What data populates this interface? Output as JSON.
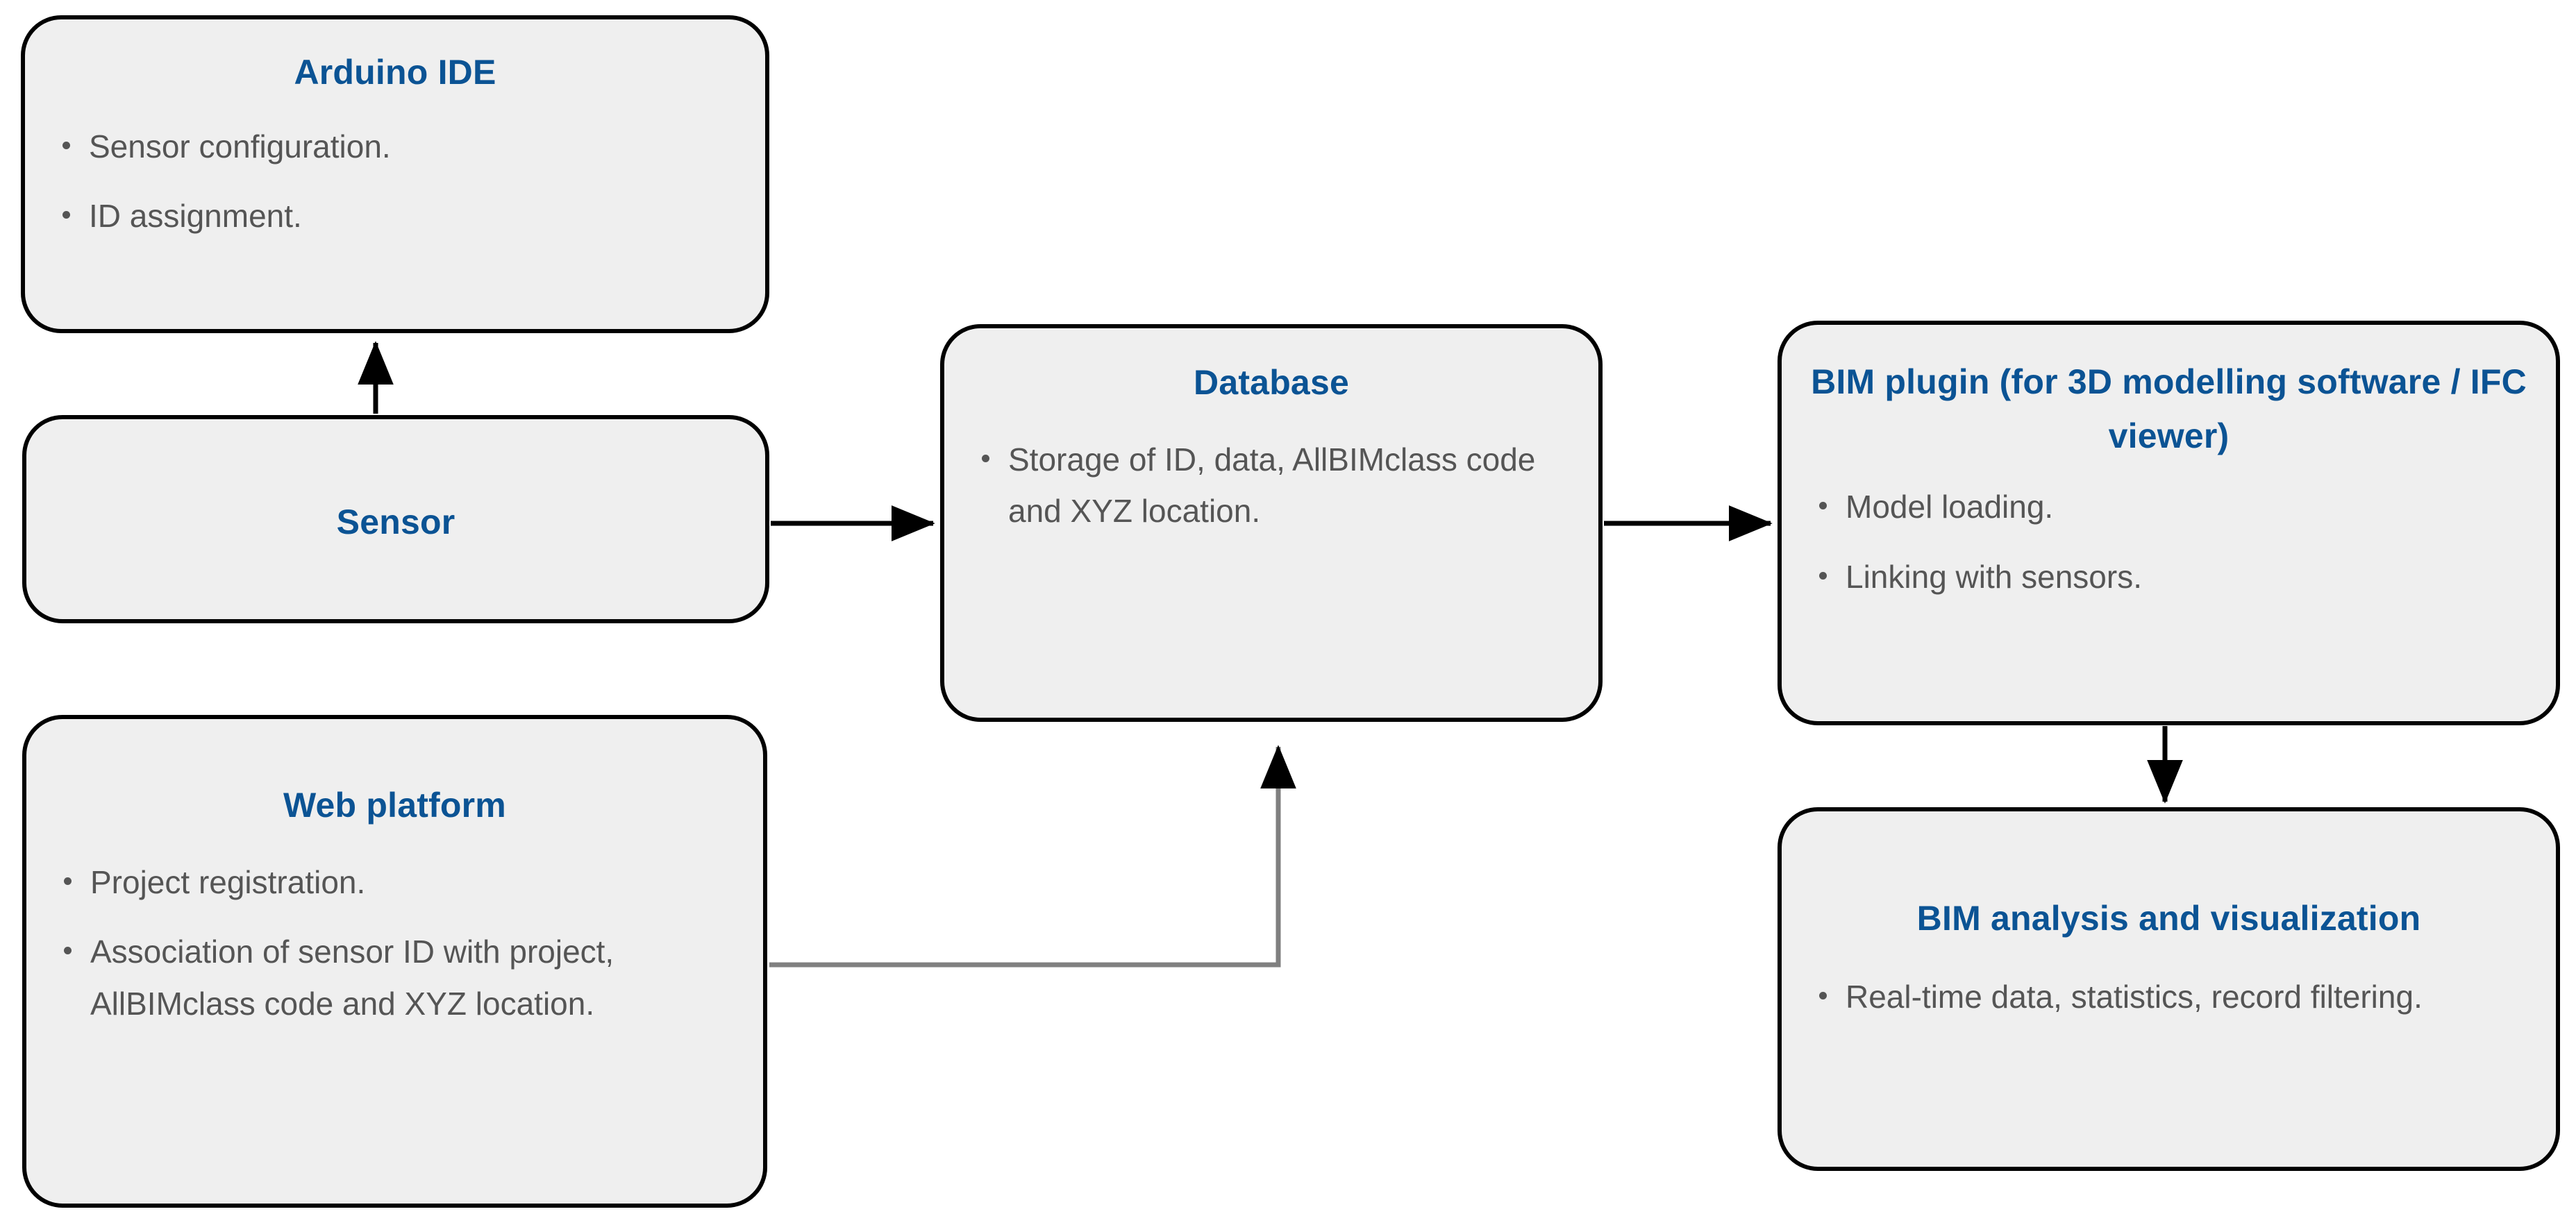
{
  "diagram": {
    "title": "System architecture diagram",
    "background_color": "#ffffff",
    "node_fill": "#efefef",
    "node_border": "#000000",
    "title_color": "#0b5394",
    "body_text_color": "#555555",
    "connector_color": "#000000",
    "secondary_connector_color": "#808080"
  },
  "nodes": {
    "arduino": {
      "title": "Arduino IDE",
      "bullets": [
        "Sensor configuration.",
        "ID assignment."
      ]
    },
    "sensor": {
      "title": "Sensor",
      "bullets": []
    },
    "web_platform": {
      "title": "Web platform",
      "bullets": [
        "Project registration.",
        "Association of sensor ID with project, AllBIMclass code and XYZ location."
      ]
    },
    "database": {
      "title": "Database",
      "bullets": [
        "Storage of ID, data, AllBIMclass code and XYZ location."
      ]
    },
    "bim_plugin": {
      "title": "BIM plugin (for 3D modelling software / IFC viewer)",
      "bullets": [
        "Model loading.",
        "Linking with sensors."
      ]
    },
    "bim_analysis": {
      "title": "BIM analysis and visualization",
      "bullets": [
        "Real-time data, statistics, record filtering."
      ]
    }
  },
  "connectors": [
    {
      "name": "sensor-to-arduino",
      "from": "sensor",
      "to": "arduino",
      "style": "solid-black",
      "arrow": "up"
    },
    {
      "name": "sensor-to-database",
      "from": "sensor",
      "to": "database",
      "style": "solid-black",
      "arrow": "right"
    },
    {
      "name": "database-to-bim-plugin",
      "from": "database",
      "to": "bim_plugin",
      "style": "solid-black",
      "arrow": "right"
    },
    {
      "name": "bim-plugin-to-analysis",
      "from": "bim_plugin",
      "to": "bim_analysis",
      "style": "solid-black",
      "arrow": "down"
    },
    {
      "name": "web-platform-to-database",
      "from": "web_platform",
      "to": "database",
      "style": "solid-gray",
      "arrow": "up"
    }
  ]
}
